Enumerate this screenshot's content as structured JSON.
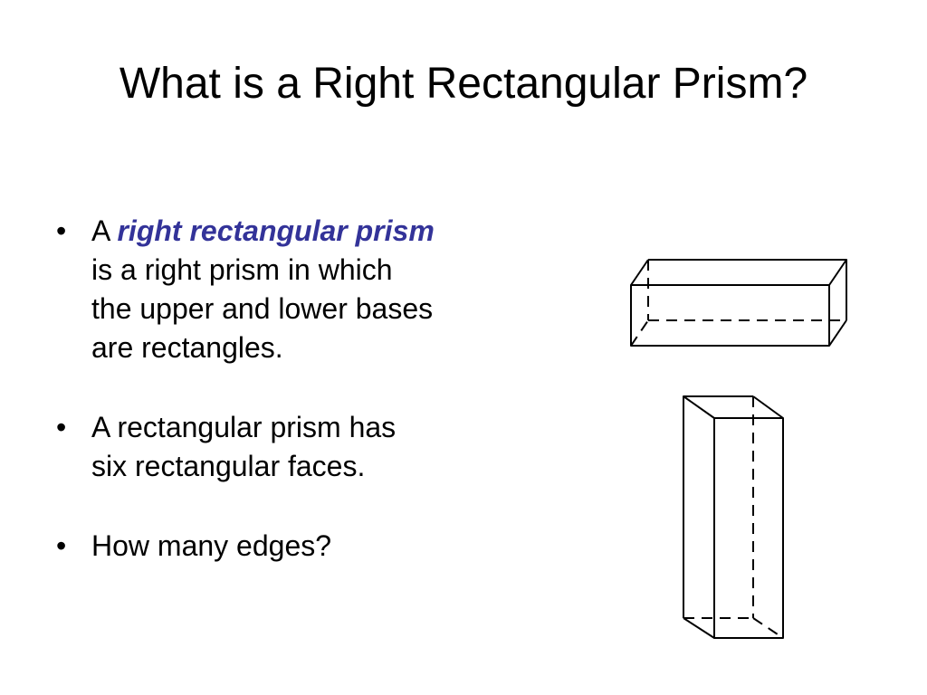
{
  "slide": {
    "title": "What is a Right Rectangular Prism?",
    "bullet_glyph": "•",
    "bullets": [
      {
        "prefix": "A ",
        "highlight": "right rectangular prism",
        "line2": "is a right prism in which",
        "line3": "the upper and lower bases",
        "line4": "are rectangles."
      },
      {
        "line1": "A rectangular prism has",
        "line2": "six rectangular faces."
      },
      {
        "line1": "How many edges?"
      }
    ],
    "colors": {
      "highlight": "#333399",
      "text": "#000000",
      "background": "#ffffff"
    },
    "figures": [
      "horizontal-rectangular-prism-drawing",
      "vertical-rectangular-prism-drawing"
    ]
  }
}
